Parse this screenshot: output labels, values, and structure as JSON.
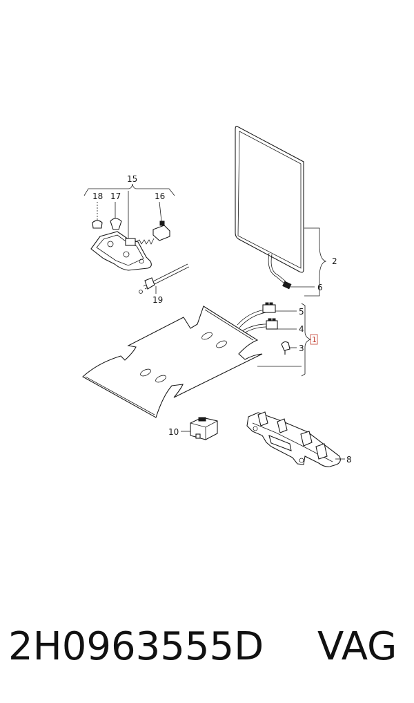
{
  "diagram": {
    "callouts": {
      "c1": "1",
      "c2": "2",
      "c3": "3",
      "c4": "4",
      "c5": "5",
      "c6": "6",
      "c8": "8",
      "c10": "10",
      "c15": "15",
      "c16": "16",
      "c17": "17",
      "c18": "18",
      "c19": "19"
    },
    "highlight_color": "#c0392b"
  },
  "footer": {
    "part_number": "2H0963555D",
    "brand": "VAG"
  }
}
